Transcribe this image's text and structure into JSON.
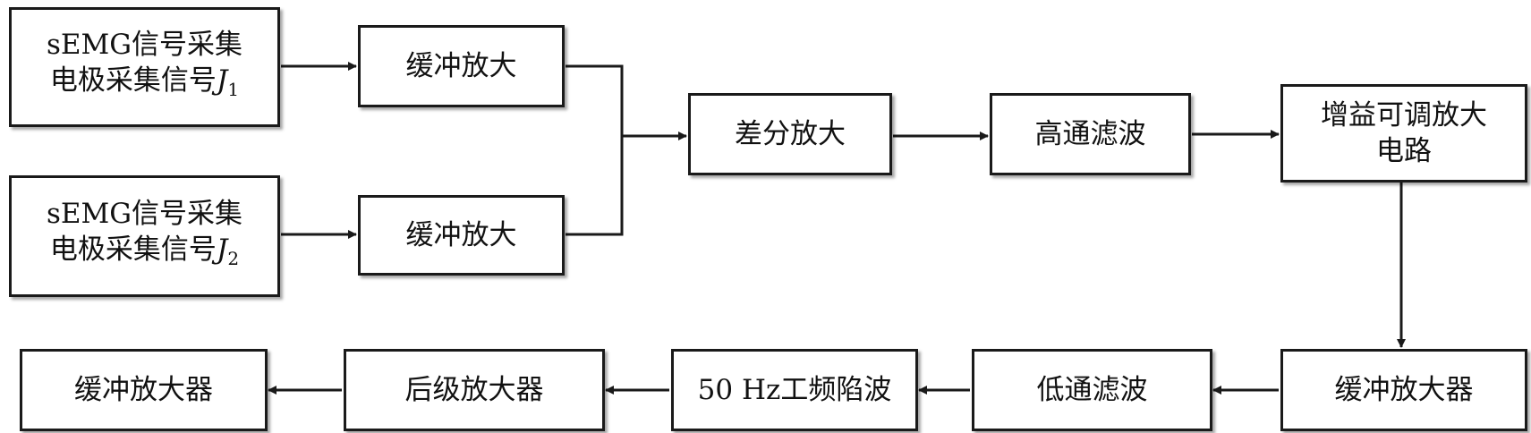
{
  "nodes": {
    "semg1": {
      "line1": "sEMG信号采集",
      "line2": "电极采集信号",
      "var": "J",
      "sub": "1"
    },
    "semg2": {
      "line1": "sEMG信号采集",
      "line2": "电极采集信号",
      "var": "J",
      "sub": "2"
    },
    "buffer1": "缓冲放大",
    "buffer2": "缓冲放大",
    "diff_amp": "差分放大",
    "highpass": "高通滤波",
    "gain_amp": {
      "line1": "增益可调放大",
      "line2": "电路"
    },
    "buffer_amp_r": "缓冲放大器",
    "lowpass": "低通滤波",
    "notch": "50 Hz工频陷波",
    "post_amp": "后级放大器",
    "buffer_amp_l": "缓冲放大器"
  },
  "colors": {
    "stroke": "#1a1a1a",
    "background": "#ffffff"
  }
}
